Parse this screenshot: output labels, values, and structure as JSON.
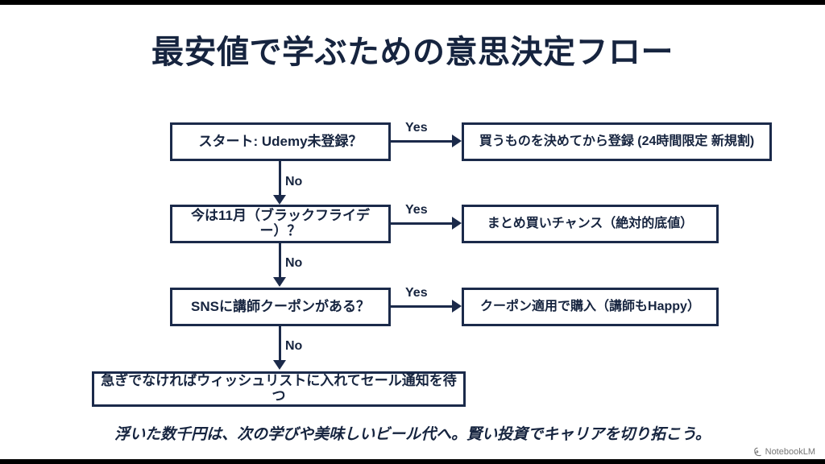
{
  "slide": {
    "title": "最安値で学ぶための意思決定フロー",
    "caption": "浮いた数千円は、次の学びや美味しいビール代へ。賢い投資でキャリアを切り拓こう。",
    "background_color": "#ffffff",
    "ink_color": "#16243f",
    "border_color": "#1b2a4a"
  },
  "flow": {
    "nodes": [
      {
        "id": "start",
        "kind": "decision",
        "label": "スタート: Udemy未登録？"
      },
      {
        "id": "outcome1",
        "kind": "outcome",
        "label": "買うものを決めてから登録 (24時間限定 新規割)"
      },
      {
        "id": "blackfri",
        "kind": "decision",
        "label": "今は11月（ブラックフライデー）？"
      },
      {
        "id": "outcome2",
        "kind": "outcome",
        "label": "まとめ買いチャンス（絶対的底値）"
      },
      {
        "id": "coupon",
        "kind": "decision",
        "label": "SNSに講師クーポンがある？"
      },
      {
        "id": "outcome3",
        "kind": "outcome",
        "label": "クーポン適用で購入（講師もHappy）"
      },
      {
        "id": "wishlist",
        "kind": "final",
        "label": "急ぎでなければウィッシュリストに入れてセール通知を待つ"
      }
    ],
    "edges": [
      {
        "from": "start",
        "to": "outcome1",
        "label": "Yes"
      },
      {
        "from": "start",
        "to": "blackfri",
        "label": "No"
      },
      {
        "from": "blackfri",
        "to": "outcome2",
        "label": "Yes"
      },
      {
        "from": "blackfri",
        "to": "coupon",
        "label": "No"
      },
      {
        "from": "coupon",
        "to": "outcome3",
        "label": "Yes"
      },
      {
        "from": "coupon",
        "to": "wishlist",
        "label": "No"
      }
    ]
  },
  "watermark": {
    "label": "NotebookLM",
    "icon": "notebooklm-spark-icon"
  }
}
